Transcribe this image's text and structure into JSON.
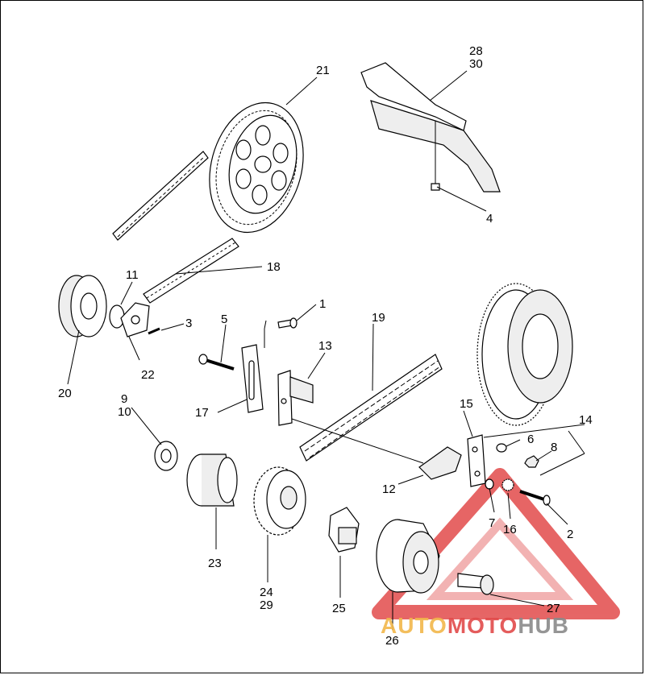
{
  "callouts": {
    "c1": "1",
    "c2": "2",
    "c3": "3",
    "c4": "4",
    "c5": "5",
    "c6": "6",
    "c7": "7",
    "c8": "8",
    "c9": "9",
    "c10": "10",
    "c11": "11",
    "c12": "12",
    "c13": "13",
    "c14": "14",
    "c15": "15",
    "c16": "16",
    "c17": "17",
    "c18": "18",
    "c19": "19",
    "c20": "20",
    "c21": "21",
    "c22": "22",
    "c23": "23",
    "c24": "24",
    "c25": "25",
    "c26": "26",
    "c27": "27",
    "c28": "28",
    "c29": "29",
    "c30": "30"
  },
  "watermark": {
    "brand_auto": "AUTO",
    "brand_moto": "MOTO",
    "brand_hub": "HUB",
    "colors": {
      "auto": "#f2b84b",
      "moto": "#e24b4b",
      "hub": "#8a8a8a",
      "triangle": "#e24b4b"
    }
  }
}
